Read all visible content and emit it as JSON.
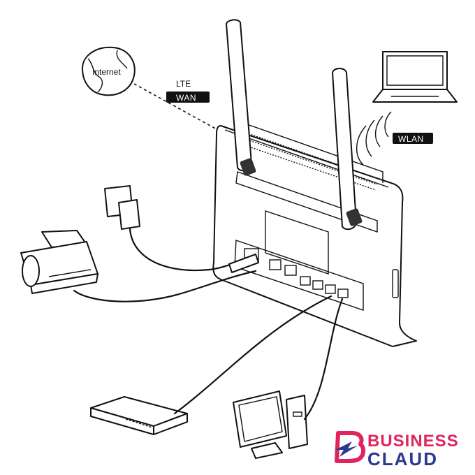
{
  "labels": {
    "internet": "Internet",
    "lte": "LTE",
    "wan": "WAN",
    "wlan": "WLAN"
  },
  "logo": {
    "word1": "BUSINESS",
    "word2": "CLAUD",
    "primary_color": "#e0245e",
    "secondary_color": "#2a3a8c"
  }
}
